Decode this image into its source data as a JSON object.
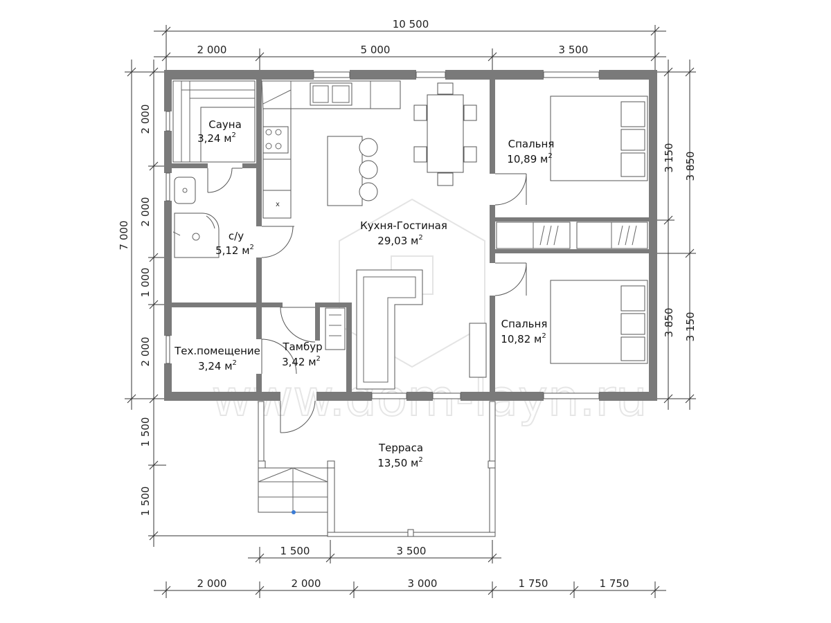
{
  "dimensions": {
    "top_total": "10 500",
    "top": [
      "2 000",
      "5 000",
      "3 500"
    ],
    "left_total": "7 000",
    "left": [
      "2 000",
      "2 000",
      "1 000",
      "2 000"
    ],
    "left_terrace": [
      "1 500",
      "1 500"
    ],
    "right_inner": [
      "3 150",
      "3 850"
    ],
    "right_outer": [
      "3 850",
      "3 150"
    ],
    "terrace_bottom": [
      "1 500",
      "3 500"
    ],
    "bottom": [
      "2 000",
      "2 000",
      "3 000",
      "1 750",
      "1 750"
    ]
  },
  "rooms": {
    "sauna": {
      "name": "Сауна",
      "area": "3,24 м",
      "sup": "2"
    },
    "bathroom": {
      "name": "с/у",
      "area": "5,12 м",
      "sup": "2"
    },
    "utility": {
      "name": "Тех.помещение",
      "area": "3,24 м",
      "sup": "2"
    },
    "vestibule": {
      "name": "Тамбур",
      "area": "3,42 м",
      "sup": "2"
    },
    "kitchen_living": {
      "name": "Кухня-Гостиная",
      "area": "29,03 м",
      "sup": "2"
    },
    "bedroom1": {
      "name": "Спальня",
      "area": "10,89 м",
      "sup": "2"
    },
    "bedroom2": {
      "name": "Спальня",
      "area": "10,82 м",
      "sup": "2"
    },
    "terrace": {
      "name": "Терраса",
      "area": "13,50 м",
      "sup": "2"
    }
  },
  "watermark": "www.dom-layn.ru"
}
